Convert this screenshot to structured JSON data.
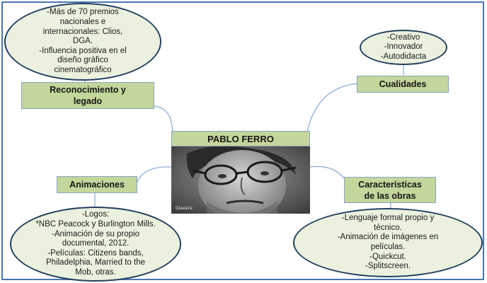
{
  "central": {
    "title": "PABLO FERRO",
    "photo_caption": "Glassire"
  },
  "nodes": {
    "reconocimiento": {
      "label_lines": [
        "Reconocimiento y",
        "legado"
      ],
      "detail_lines": [
        "-Más de 70 premios",
        "nacionales e",
        "internacionales: Clios,",
        "DGA.",
        "-Influencia positiva en el",
        "diseño gráfico",
        "cinematográfico"
      ]
    },
    "cualidades": {
      "label_lines": [
        "Cualidades"
      ],
      "detail_lines": [
        "-Creativo",
        "-Innovador",
        "-Autodidacta"
      ]
    },
    "animaciones": {
      "label_lines": [
        "Animaciones"
      ],
      "detail_lines": [
        "-Logos:",
        "*NBC Peacock y Burlington Mills.",
        "-Animación de su propio",
        "documental, 2012.",
        "-Películas: Citizens bands,",
        "Philadelphia, Married to the",
        "Mob, otras."
      ]
    },
    "caracteristicas": {
      "label_lines": [
        "Características",
        "de las obras"
      ],
      "detail_lines": [
        "-Lenguaje formal propio y",
        "técnico.",
        "-Animación de imágenes en",
        "películas.",
        "-Quickcut.",
        "-Splitscreen."
      ]
    }
  },
  "colors": {
    "frame_border": "#4a74b0",
    "box_fill": "#c3d69b",
    "ellipse_fill": "#ebf1de",
    "ellipse_border": "#24415f",
    "connector": "#8fb0d4"
  }
}
